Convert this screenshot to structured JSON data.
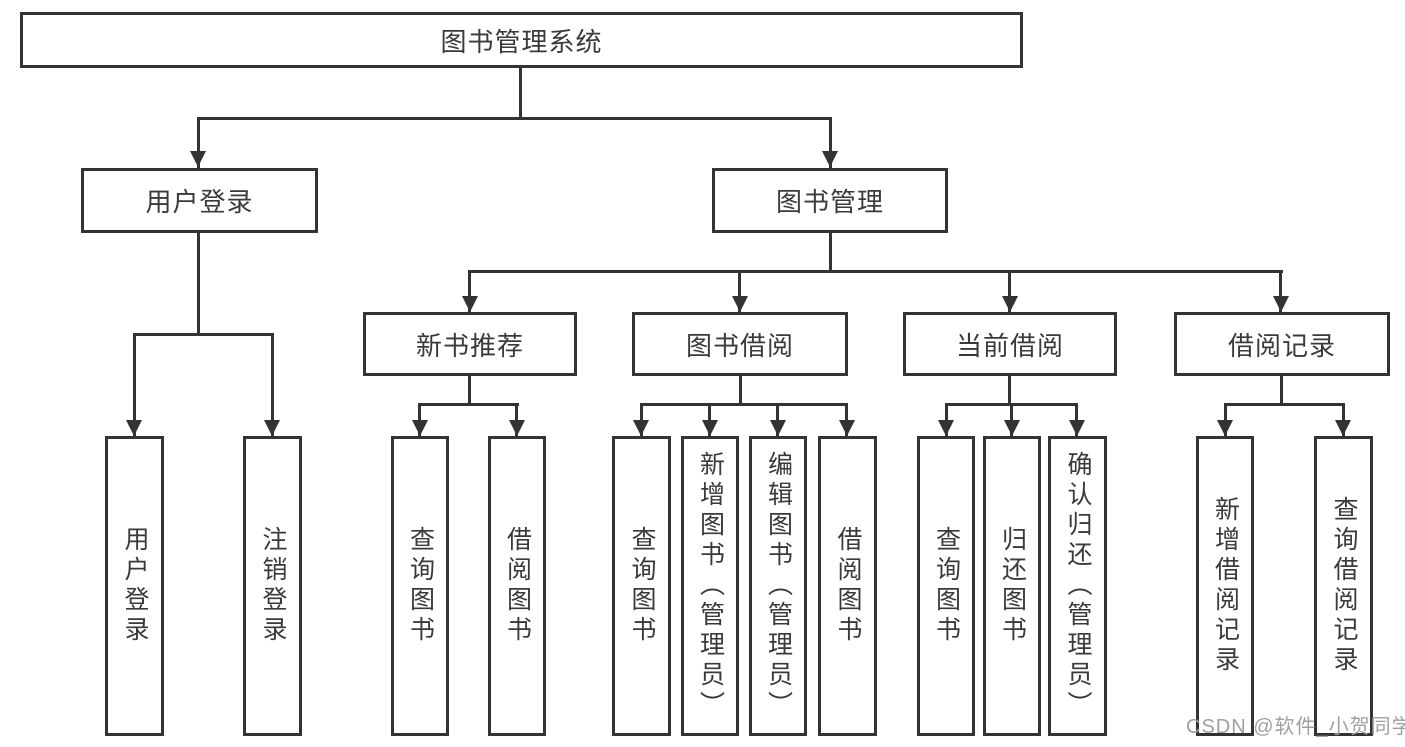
{
  "colors": {
    "line": "#333333",
    "text": "#3a3a3a",
    "watermark": "#a0a0a0",
    "background": "#ffffff"
  },
  "root": {
    "label": "图书管理系统"
  },
  "branches": [
    {
      "label": "用户登录",
      "children": [
        {
          "label": "用户登录"
        },
        {
          "label": "注销登录"
        }
      ]
    },
    {
      "label": "图书管理",
      "children": [
        {
          "label": "新书推荐",
          "children": [
            {
              "label": "查询图书"
            },
            {
              "label": "借阅图书"
            }
          ]
        },
        {
          "label": "图书借阅",
          "children": [
            {
              "label": "查询图书"
            },
            {
              "label": "新增图书（管理员）"
            },
            {
              "label": "编辑图书（管理员）"
            },
            {
              "label": "借阅图书"
            }
          ]
        },
        {
          "label": "当前借阅",
          "children": [
            {
              "label": "查询图书"
            },
            {
              "label": "归还图书"
            },
            {
              "label": "确认归还（管理员）"
            }
          ]
        },
        {
          "label": "借阅记录",
          "children": [
            {
              "label": "新增借阅记录"
            },
            {
              "label": "查询借阅记录"
            }
          ]
        }
      ]
    }
  ],
  "watermark": {
    "text": "CSDN @软件_小贺同学"
  }
}
